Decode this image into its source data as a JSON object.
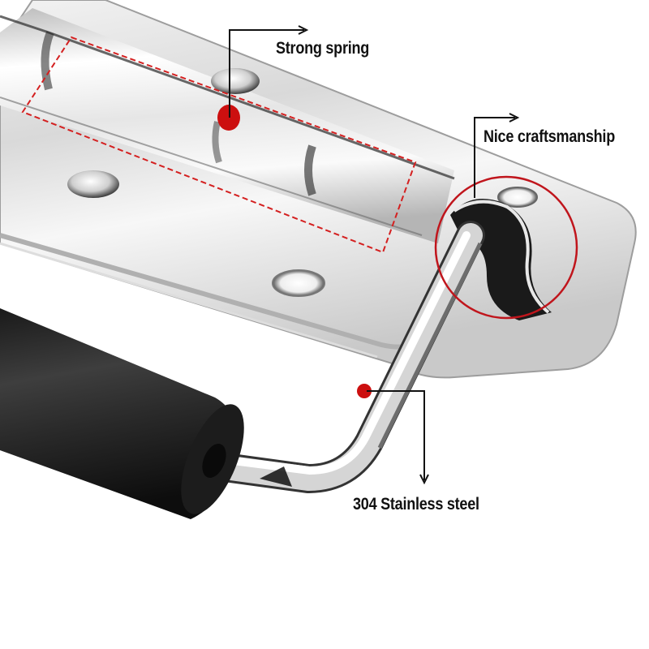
{
  "image": {
    "subject": "Spring-loaded stainless steel surface-mount handle with black rubber grip",
    "background_color": "#ffffff",
    "accent_color": "#cc1a1a"
  },
  "annotations": [
    {
      "id": "strong-spring",
      "label": "Strong spring",
      "marker": "red-dot",
      "highlight": "red-dashed-rectangle",
      "arrow_direction": "right"
    },
    {
      "id": "nice-craftsmanship",
      "label": "Nice craftsmanship",
      "marker": "red-circle",
      "arrow_direction": "right"
    },
    {
      "id": "stainless-steel",
      "label": "304 Stainless steel",
      "marker": "red-dot",
      "arrow_direction": "down"
    }
  ]
}
